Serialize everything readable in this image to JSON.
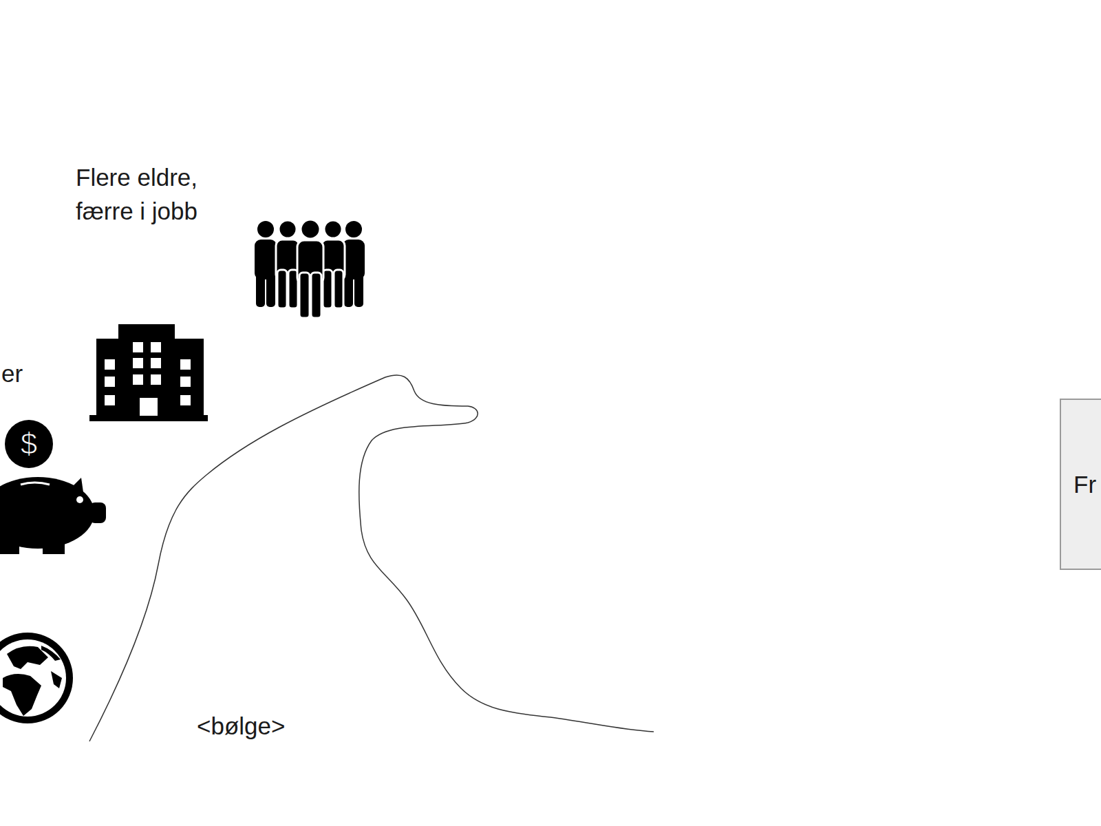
{
  "diagram": {
    "nodes": [
      {
        "text": [
          "Fr"
        ]
      }
    ],
    "labels": [
      "Flere eldre, færre i jobb",
      "er",
      "<bølge>"
    ]
  }
}
